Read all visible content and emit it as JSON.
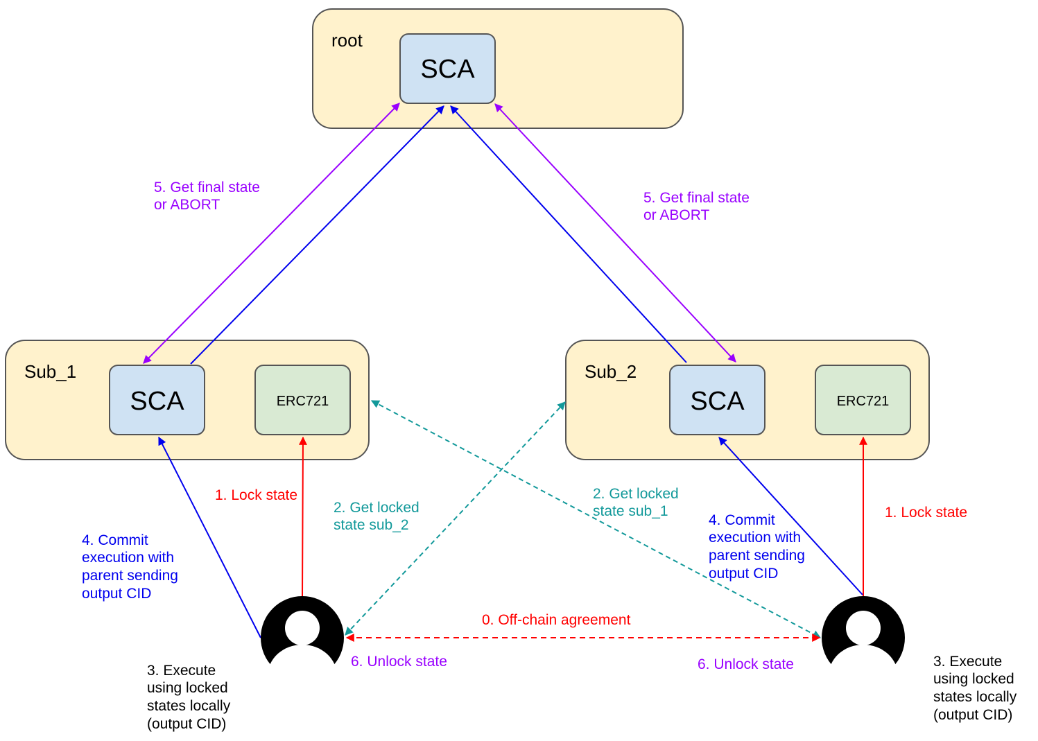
{
  "colors": {
    "subnet_fill": "#fff2cc",
    "sca_fill": "#cfe2f3",
    "erc721_fill": "#d9ead3",
    "blue": "#0000ee",
    "purple": "#9900ff",
    "red": "#ff0000",
    "teal": "#12999a",
    "black": "#000000"
  },
  "root": {
    "label": "root",
    "sca": "SCA"
  },
  "sub_1": {
    "label": "Sub_1",
    "sca": "SCA",
    "erc721": "ERC721"
  },
  "sub_2": {
    "label": "Sub_2",
    "sca": "SCA",
    "erc721": "ERC721"
  },
  "labels": {
    "get_final_left": [
      "5. Get final state",
      "or ABORT"
    ],
    "get_final_right": [
      "5. Get final state",
      "or ABORT"
    ],
    "lock_left": "1. Lock state",
    "lock_right": "1. Lock state",
    "get_locked_sub2": [
      "2. Get locked",
      "state sub_2"
    ],
    "get_locked_sub1": [
      "2. Get locked",
      "state sub_1"
    ],
    "commit_left": [
      "4. Commit",
      "execution with",
      "parent sending",
      "output CID"
    ],
    "commit_right": [
      "4. Commit",
      "execution with",
      "parent sending",
      "output CID"
    ],
    "offchain": "0. Off-chain agreement",
    "unlock_left": "6. Unlock state",
    "unlock_right": "6. Unlock state",
    "execute_left": [
      "3. Execute",
      "using locked",
      "states locally",
      "(output CID)"
    ],
    "execute_right": [
      "3. Execute",
      "using locked",
      "states locally",
      "(output CID)"
    ]
  },
  "icons": {
    "user_left": "user-avatar-icon",
    "user_right": "user-avatar-icon"
  }
}
